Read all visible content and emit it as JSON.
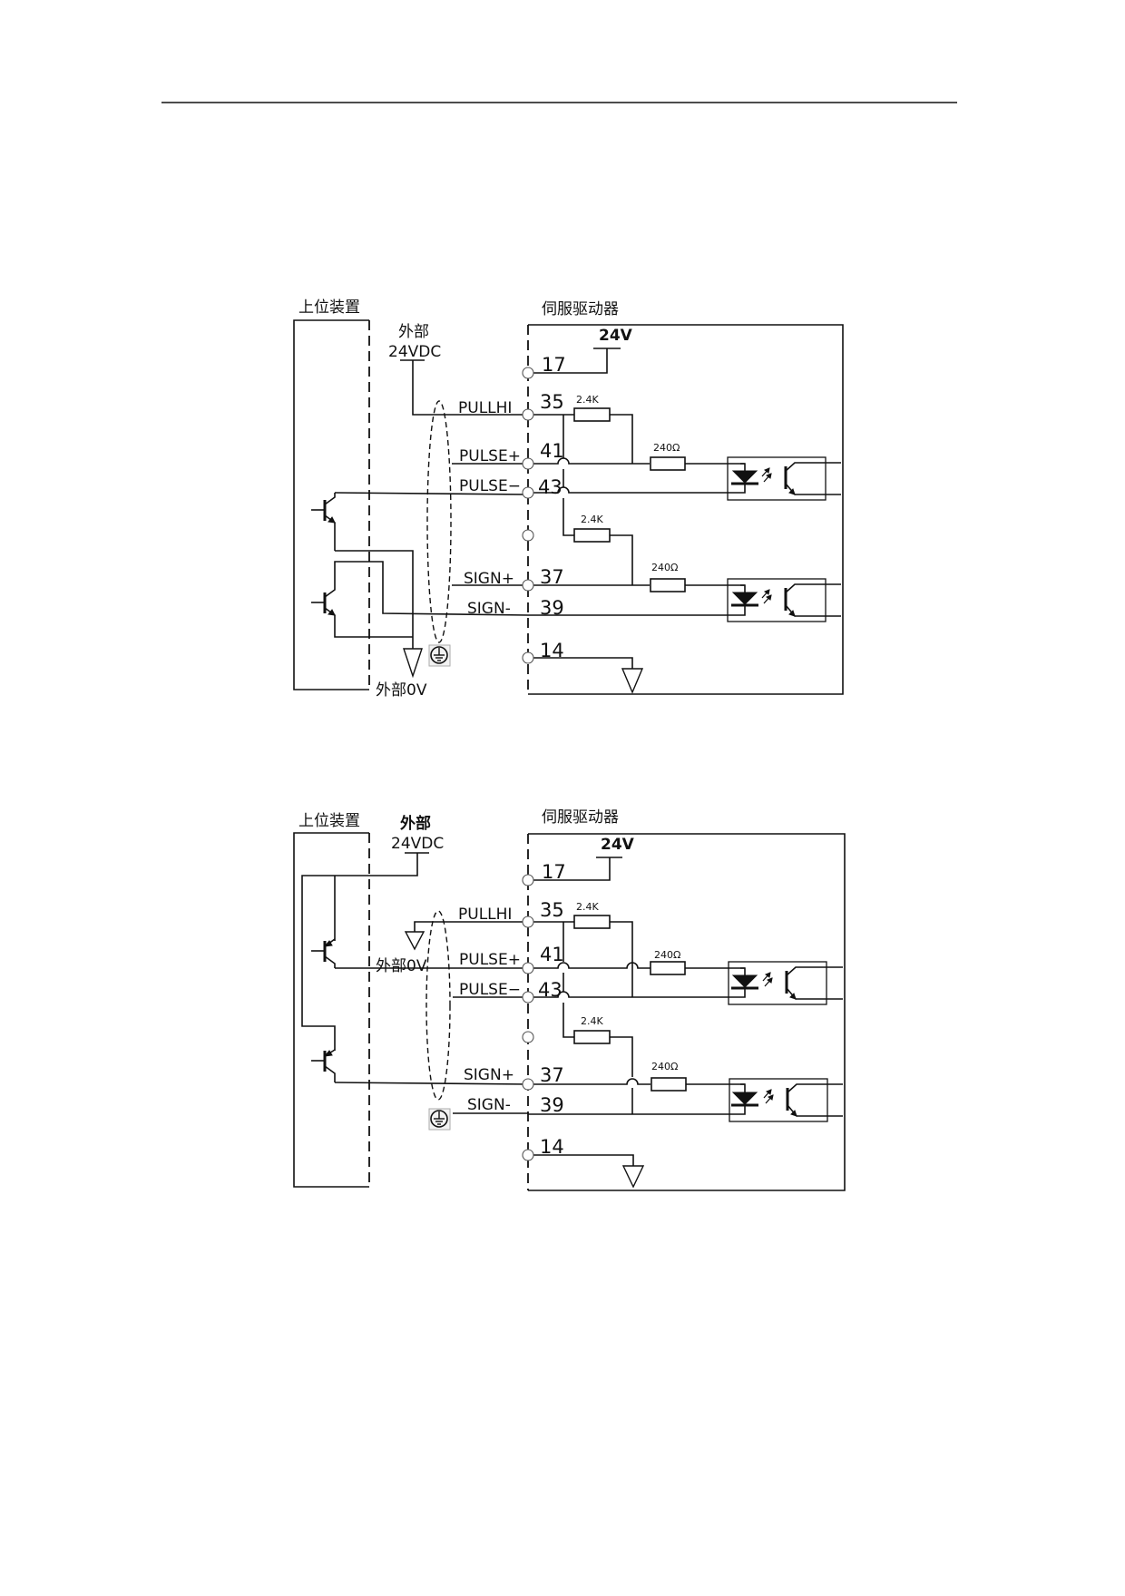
{
  "header": {
    "rule": true
  },
  "diagrams": [
    {
      "id": "sink-wiring",
      "host_label": "上位装置",
      "driver_label": "伺服驱动器",
      "ext_supply_label_line1": "外部",
      "ext_supply_label_line2": "24VDC",
      "ext_0v_label": "外部0V",
      "internal_supply_label": "24V",
      "signals": {
        "pullhi": "PULLHI",
        "pulse_plus": "PULSE+",
        "pulse_minus": "PULSE−",
        "sign_plus": "SIGN+",
        "sign_minus": "SIGN-"
      },
      "terminals": {
        "t17": "17",
        "t35": "35",
        "t41": "41",
        "t43": "43",
        "t37": "37",
        "t39": "39",
        "t14": "14"
      },
      "resistors": {
        "pull_1": "2.4K",
        "series_1": "240Ω",
        "pull_2": "2.4K",
        "series_2": "240Ω"
      }
    },
    {
      "id": "source-wiring",
      "host_label": "上位装置",
      "driver_label": "伺服驱动器",
      "ext_supply_label_line1": "外部",
      "ext_supply_label_line2": "24VDC",
      "ext_0v_label": "外部0V",
      "internal_supply_label": "24V",
      "signals": {
        "pullhi": "PULLHI",
        "pulse_plus": "PULSE+",
        "pulse_minus": "PULSE−",
        "sign_plus": "SIGN+",
        "sign_minus": "SIGN-"
      },
      "terminals": {
        "t17": "17",
        "t35": "35",
        "t41": "41",
        "t43": "43",
        "t37": "37",
        "t39": "39",
        "t14": "14"
      },
      "resistors": {
        "pull_1": "2.4K",
        "series_1": "240Ω",
        "pull_2": "2.4K",
        "series_2": "240Ω"
      }
    }
  ]
}
